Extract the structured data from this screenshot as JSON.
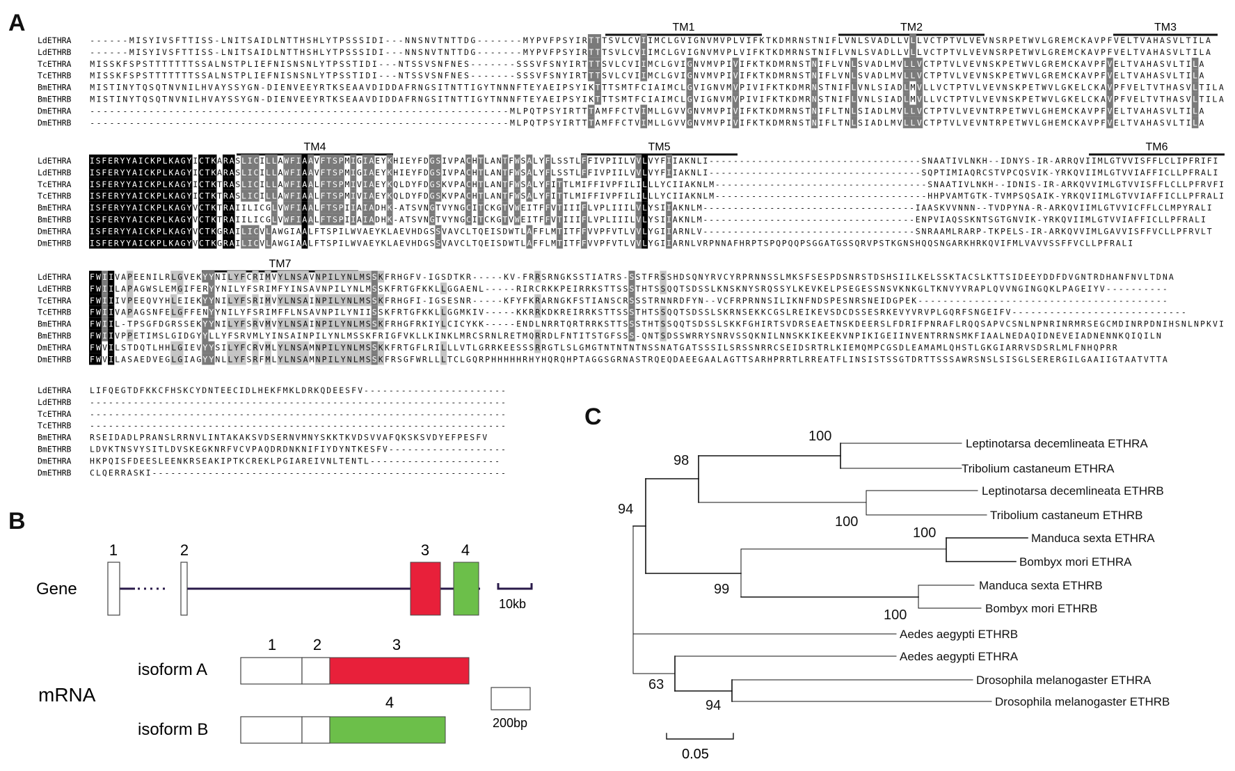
{
  "panels": {
    "a": "A",
    "b": "B",
    "c": "C"
  },
  "alignment": {
    "blocks": [
      {
        "tm": [
          "TM1",
          "TM2",
          "TM3"
        ],
        "rows": [
          [
            "LdETHRA",
            "------MISYIVSFTTISS-LNITSAIDLNTTHSHLYTPSSSIDI---NNSNVTNTTDG-------MYPVFPSYIRTTTSVLCVIIMCLGVIGNVMVPLVIFKTKDMRNSTNIFLVNLSVADLLVLLVCTPTVLVEVNSRPETWVLGREMCKAVPFVELTVAHASVLTILA"
          ],
          [
            "LdETHRB",
            "------MISYIVSFTTISS-LNITSAIDLNTTHSHLYTPSSSIDI---NNSNVTNTTDG-------MYPVFPSYIRTTTSVLCVIIMCLGVIGNVMVPLVIFKTKDMRNSTNIFLVNLSVADLLVLLVCTPTVLVEVNSRPETWVLGREMCKAVPFVELTVAHASVLTILA"
          ],
          [
            "TcETHRA",
            "MISSKFSPSTTTTTTTSSALNSTPLIEFNISNSNLYTPSSTIDI---NTSSVSNFNES-------SSSVFSNYIRTTTSVLCVIIMCLGVIGNVMVPIVIFKTKDMRNSTNIFLVNLSVADLMVLLVCTPTVLVEVNSKPETWVLGREMCKAVPFVELTVAHASVLTILA"
          ],
          [
            "TcETHRB",
            "MISSKFSPSTTTTTTTSSALNSTPLIEFNISNSNLYTPSSTIDI---NTSSVSNFNES-------SSSVFSNYIRTTTSVLCVIIMCLGVIGNVMVPIVIFKTKDMRNSTNIFLVNLSVADLMVLLVCTPTVLVEVNSKPETWVLGREMCKAVPFVELTVAHASVLTILA"
          ],
          [
            "BmETHRA",
            "MISTINYTQSQTNVNILHVAYSSYGN-DIENVEEYRTKSEAAVDIDDAFRNGSITNTTIGYTNNNFTEYAEIPSYIKTTTSMTFCIAIMCLGVIGNVMVPIVIFKTKDMRNSTNIFLVNLSIADLMVLLVCTPTVLVEVNSKPETWVLGKELCKAVPFVELTVTHASVLTILA"
          ],
          [
            "BmETHRB",
            "MISTINYTQSQTNVNILHVAYSSYGN-DIENVEEYRTKSEAAVDIDDAFRNGSITNTTIGYTNNNFTEYAEIPSYIKTTTSMTFCIAIMCLGVIGNVMVPIVIFKTKDMRNSTNIFLVNLSIADLMVLLVCTPTVLVEVNSKPETWVLGKELCKAVPFVELTVTHASVLTILA"
          ],
          [
            "DmETHRA",
            "----------------------------------------------------------------MLPQTPSYIRTTTAMFFCTVIMLLGVVGNVMVPIVIFKTKDMRNSTNIFLTNLSIADLMVLLVCTPTVLVEVNTRPETWVLGHEMCKAVPFVELTVAHASVLTILA"
          ],
          [
            "DmETHRB",
            "----------------------------------------------------------------MLPQTPSYIRTTTAMFFCTVIMLLGVVGNVMVPIVIFKTKDMRNSTNIFLTNLSIADLMVLLVCTPTVLVEVNTRPETWVLGHEMCKAVPFVELTVAHASVLTILA"
          ]
        ]
      },
      {
        "tm": [
          "TM4",
          "TM5",
          "TM6"
        ],
        "rows": [
          [
            "LdETHRA",
            "ISFERYYAICKPLKAGYICTKARASLICILLAWFIAAVFTSPMIGIAEYKHIEYFDGSIVPACHTLANTFWSALYFLSSTLFFIVPIILVVLVYFIIAKNLI-----------------------------------SNAATIVLNKH--IDNYS-IR-ARRQVIIMLGTVVISFFLCLIPFRIFI"
          ],
          [
            "LdETHRB",
            "ISFERYYAICKPLKAGYICTKARASLICILLAWFIAAVFTSPMIGIAEYKHIEYFDGSIVPACHTLANTFWSALYFLSSTLFFIVPIILVVLVYFIIAKNLI-----------------------------------SQPTIMIAQRCSTVPCQSVIK-YRKQVIIMLGTVVIAFFICLLPFRALI"
          ],
          [
            "TcETHRA",
            "ISFERYYAICKPLKAGYICTKTRASLICILLAWFIAALFTSPMIVIAEYKQLDYFDGSKVPACHTLANTFWSALYFITTLMIFFIVPFILILLLYCIIAKNLM-----------------------------------SNAATIVLNKH--IDNIS-IR-ARKQVVIMLGTVVISFFLCLLPFRVFI"
          ],
          [
            "TcETHRB",
            "ISFERYYAICKPLKAGYICTKTRASLICILLAWFIAALFTSPMIVIAEYKQLDYFDGSKVPACHTLANTFWSALYFITTLMIFFIVPFILILLLYCIIAKNLM-----------------------------------HHPVAMTGTK-TVMPSQSAIK-YRKQVIIMLGTVVIAFFICLLPFRALI"
          ],
          [
            "BmETHRA",
            "ISFERYYAICKPLKAGYVCTKTRAIILICGLVWFIAALFTSPIIAIADHK-ATSVNGTVYNGCITCKGTVWEITFFVTIIIFLVPLIIILVLYSIIAKNLM-----------------------------------IAASKVVNNN--TVDPYNA-R-ARKQVIIMLGTVVICFFLCLMPYRALI"
          ],
          [
            "BmETHRB",
            "ISFERYYAICKPLKAGYVCTKTRAIILICGLVWFIAALFTSPIIAIADHK-ATSVNGTVYNGCITCKGTVWEITFFVTIIIFLVPLIIILVLYSIIAKNLM-----------------------------------ENPVIAQSSKNTSGTGNVIK-YRKQVIIMLGTVVIAFFICLLPFRALI"
          ],
          [
            "DmETHRA",
            "ISFERYYAICKPLKAGYVCTKGRAILICVLAWGIAALFTSPILWVAEYKLAEVHDGSSVAVCLTQEISDWTLAFFLMTITFFVVPFVTLVVLYGIIARNLV-----------------------------------SNRAAMLRARP-TKPELS-IR-ARKQVVIMLGAVVISFFVCLLPFRVLT"
          ],
          [
            "DmETHRB",
            "ISFERYYAICKPLKAGYVCTKGRAILICVLAWGIAALFTSPILWVAEYKLAEVHDGSSVAVCLTQEISDWTLAFFLMTITFFVVPFVTLVVLYGIIARNLVRPNNAFHRPTSPQPQQPSGGATGSSQRVPSTKGNSHQQSNGARKHRKQVIFMLVAVVSSFFVCLLPFRALI"
          ]
        ]
      },
      {
        "tm": [
          "TM7"
        ],
        "rows": [
          [
            "LdETHRA",
            "FWIIVAPEENILRLGVEKYYNILYFCRIMVYLNSAVNPILYNLMSSKFRHGFV-IGSDTKR-----KV-FRRSRNGKSSTIATRS-SSTFRSSHDSQNYRVCYRPRNNSSLMKSFSESPDSNRSTDSHSIILKELSSKTACSLKTTSIDEEYDDFDVGNTRDHANFNVLTDNA"
          ],
          [
            "LdETHRB",
            "FWIILAPAGWSLEMGIFERYYNILYFSRIMFYINSAVNPILYNLMSSKFRTGFKKLLGGAENL-----RIRCRKKPEIRRKSTTSSSTHTSSQQTSDSSLKNSKNYSRQSSYLKEVKELPSEGESSNSVKNKGLTKNVYVRAPLQVVNGINGQKLPAGEIYV----------"
          ],
          [
            "TcETHRA",
            "FWIIIVPEEQVYHLEIEKYYNILYFSRIMVYLNSAINPILYNLMSSKFRHGFI-IGSESNR-----KFYFKRARNGKFSTIANSCRSSSTRNNRDFYN--VCFRPRNNSILIKNFNDSPESNRSNEIDGPEK----------------------------------------"
          ],
          [
            "TcETHRB",
            "FWIIVAPAGSNFELGFFENYYNILYFSRIMFFLNSAVNPILYNIISSKFRTGFKKLLGGMKIV-----KKRRKDKREIRRKSTTSSSTHTSSQQTSDSSLSKRNSEKKCGSLREIKEVSDCDSSESRKEVYVRVPLGQRFSNGEIFV----------------------------"
          ],
          [
            "BmETHRA",
            "FWIIL-TPSGFDGRSSEKYYNILYFSRVMVYLNSAINPILYNLMSSKFRHGFRKIYLCICYKK-----ENDLNRRTQRTRRKSTTSSSTHTSSQQTSDSSLSKKFGHIRTSVDRSEAETNSKDEERSLFDRIFPNRAFLRQQSAPVCSNLNPNRINRMRSEGCMDINRPDNIHSNLNPKVI"
          ],
          [
            "BmETHRB",
            "FWIIVPPETIMSLGIDGYYLLYFSRVMLYINSAINPILYNLMSSKFRIGFVKLLKINKLMRCSRNLRETMQRRDLFNTITSTGFSSS-QNTSDSSWRRYSNRVSSQKNILNNSKKIKEEKVNPIKIGEIINVENTRRNSMKFIAALNEDAQIDNEVEIADNENNKQIQILN"
          ],
          [
            "DmETHRA",
            "FWVILSTDQTLHHLGIEVYYSILYFCRVMLYLNSAMNPILYNLMSSKKFRTGFLRILLLVTLGRRKEESSSRRGTLSLGMGTNTNTNTNSSNATGATSSSILSRSSNRRCSEIDSRTRLKIEMQMPCGSDLEAMAMLQHSTLGKGIARRVSDSRLMLFNHQPRR"
          ],
          [
            "DmETHRB",
            "FWVILASAEDVEGLGIAGYYNLLYFSRFMLYLNSAMNPILYNLMSSKFRSGFWRLLLTCLGQRPHHHHHRHYHQRQHPTAGGSGRNASTRQEQDAEEGAALAGTTSARHPRRTLRREATFLINSISTSSGTDRTTSSSAWRSNSLSISGLSERERGILGAAIIGTAATVTTA"
          ]
        ]
      },
      {
        "tm": [],
        "rows": [
          [
            "LdETHRA",
            "LIFQEGTDFKKCFHSKCYDNTEECIDLHEKFMKLDRKQDEESFV-----------------------"
          ],
          [
            "LdETHRB",
            "-------------------------------------------------------------------"
          ],
          [
            "TcETHRA",
            "-------------------------------------------------------------------"
          ],
          [
            "TcETHRB",
            "-------------------------------------------------------------------"
          ],
          [
            "BmETHRA",
            "RSEIDADLPRANSLRRNVLINTAKAKSVDSERNVMNYSKKTKVDSVVAFQKSKSVDYEFPESFV"
          ],
          [
            "BmETHRB",
            "LDVKTNSVYSITLDVSKEGKNRFVCVPAQDRDNKNIFIYDYNTKESFV-------------------"
          ],
          [
            "DmETHRA",
            "HKPQISFDEESLEENKRSEAKIPTKCREKLPGIAREIVNLTENTL---------------------"
          ],
          [
            "DmETHRB",
            "CLQERRASKI---------------------------------------------------------"
          ]
        ]
      }
    ]
  },
  "gene": {
    "row_label": "Gene",
    "exon_numbers": [
      "1",
      "2",
      "3",
      "4"
    ],
    "scale_label": "10kb",
    "mrna_label": "mRNA",
    "isoform_a": {
      "label": "isoform A",
      "segments": [
        "1",
        "2",
        "3"
      ]
    },
    "isoform_b": {
      "label": "isoform B",
      "segment4": "4"
    },
    "bp_scale_label": "200bp",
    "colors": {
      "exon3": "#e8203a",
      "exon4": "#6cbf4a",
      "line": "#2a1a4a"
    }
  },
  "tree": {
    "scale_label": "0.05",
    "leaves": [
      "Leptinotarsa decemlineata ETHRA",
      "Tribolium castaneum ETHRA",
      "Leptinotarsa decemlineata ETHRB",
      "Tribolium castaneum ETHRB",
      "Manduca sexta ETHRA",
      "Bombyx mori ETHRA",
      "Manduca sexta ETHRB",
      "Bombyx mori ETHRB",
      "Aedes aegypti ETHRB",
      "Aedes aegypti ETHRA",
      "Drosophila melanogaster ETHRA",
      "Drosophila melanogaster ETHRB"
    ],
    "bootstrap": [
      "100",
      "98",
      "100",
      "94",
      "100",
      "99",
      "100",
      "63",
      "94"
    ]
  }
}
